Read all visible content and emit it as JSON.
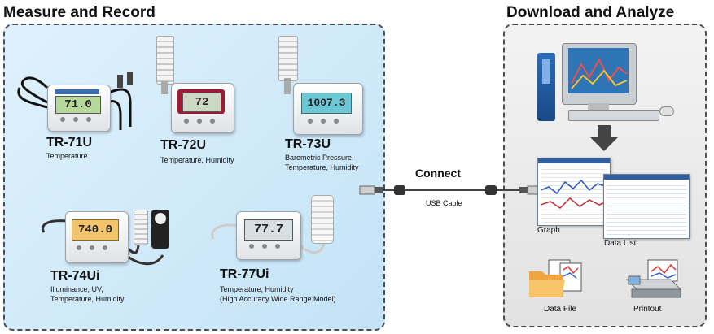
{
  "left_section": {
    "title": "Measure and Record"
  },
  "right_section": {
    "title": "Download and Analyze"
  },
  "connect": {
    "label": "Connect",
    "cable_label": "USB Cable"
  },
  "devices": [
    {
      "model": "TR-71U",
      "description": [
        "Temperature"
      ],
      "display": "71.0"
    },
    {
      "model": "TR-72U",
      "description": [
        "Temperature, Humidity"
      ],
      "display": "72"
    },
    {
      "model": "TR-73U",
      "description": [
        "Barometric Pressure,",
        "Temperature, Humidity"
      ],
      "display": "1007.3"
    },
    {
      "model": "TR-74Ui",
      "description": [
        "Illuminance, UV,",
        "Temperature,  Humidity"
      ],
      "display": "740.0"
    },
    {
      "model": "TR-77Ui",
      "description": [
        "Temperature, Humidity",
        "(High Accuracy Wide Range Model)"
      ],
      "display": "77.7"
    }
  ],
  "software": {
    "graph_label": "Graph",
    "data_list_label": "Data List",
    "data_file_label": "Data File",
    "printout_label": "Printout"
  },
  "colors": {
    "left_panel_bg": "#cfe8f8",
    "right_panel_bg": "#ececec",
    "panel_border": "#4d4d4d",
    "lcd_green": "#b6d89a",
    "lcd_orange": "#f3c46b",
    "lcd_blue": "#6ec7d4",
    "tr72_case": "#9e1b35"
  }
}
